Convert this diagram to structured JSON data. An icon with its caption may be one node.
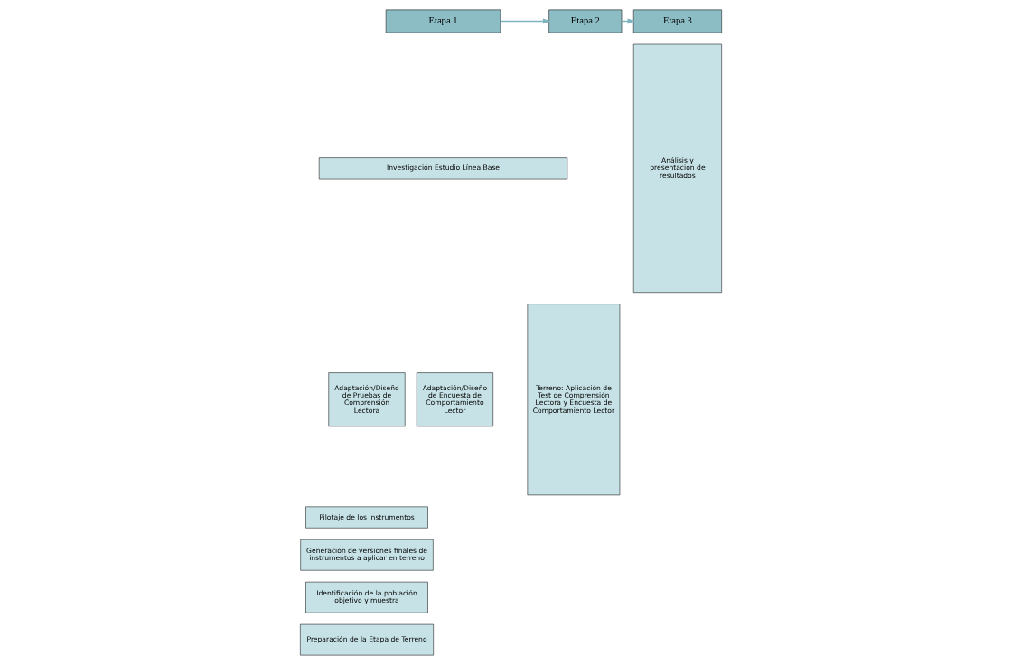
{
  "diagram": {
    "nodes": [
      {
        "text": [
          "Etapa 1"
        ]
      },
      {
        "text": [
          "Etapa 2"
        ]
      },
      {
        "text": [
          "Etapa 3"
        ]
      },
      {
        "text": [
          "Investigación Estudio Línea Base"
        ]
      },
      {
        "text": [
          "Adaptación/Diseño de Pruebas de Comprensión Lectora"
        ]
      },
      {
        "text": [
          "Adaptación/Diseño de Encuesta de Comportamiento Lector"
        ]
      },
      {
        "text": [
          "Pilotaje de los instrumentos"
        ]
      },
      {
        "text": [
          "Terreno: Aplicación de Test de Comprensión Lectora y Encuesta de Comportamiento Lector"
        ]
      },
      {
        "text": [
          "Análisis y presentacion de resultados"
        ]
      },
      {
        "text": [
          "Generación de versiones finales de instrumentos a aplicar en terreno"
        ]
      },
      {
        "text": [
          "Identificación de la población objetivo y muestra"
        ]
      },
      {
        "text": [
          "Preparación de la Etapa de Terreno"
        ]
      }
    ],
    "edges": [
      {
        "from": 0,
        "to": 1,
        "arrow": "to"
      },
      {
        "from": 1,
        "to": 2,
        "arrow": "to"
      }
    ]
  }
}
